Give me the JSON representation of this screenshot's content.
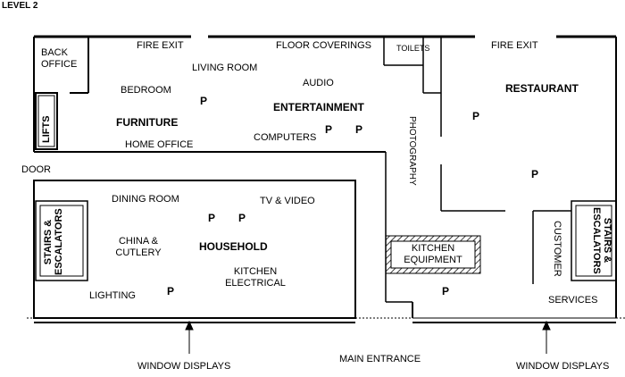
{
  "title": "LEVEL 2",
  "labels": {
    "back_office": "BACK OFFICE",
    "fire_exit_left": "FIRE EXIT",
    "floor_coverings": "FLOOR COVERINGS",
    "toilets": "TOILETS",
    "fire_exit_right": "FIRE EXIT",
    "living_room": "LIVING ROOM",
    "audio": "AUDIO",
    "bedroom": "BEDROOM",
    "entertainment": "ENTERTAINMENT",
    "restaurant": "RESTAURANT",
    "lifts": "LIFTS",
    "furniture": "FURNITURE",
    "computers": "COMPUTERS",
    "home_office": "HOME OFFICE",
    "photography": "PHOTOGRAPHY",
    "door": "DOOR",
    "dining_room": "DINING ROOM",
    "tv_video": "TV & VIDEO",
    "stairs_left": "STAIRS & ESCALATORS",
    "china_cutlery": "CHINA & CUTLERY",
    "household": "HOUSEHOLD",
    "kitchen_electrical": "KITCHEN ELECTRICAL",
    "kitchen_equipment": "KITCHEN EQUIPMENT",
    "customer": "CUSTOMER",
    "services": "SERVICES",
    "stairs_right": "STAIRS & ESCALATORS",
    "lighting": "LIGHTING",
    "window_displays_left": "WINDOW DISPLAYS",
    "main_entrance": "MAIN ENTRANCE",
    "window_displays_right": "WINDOW DISPLAYS"
  },
  "parking_marker": "P"
}
